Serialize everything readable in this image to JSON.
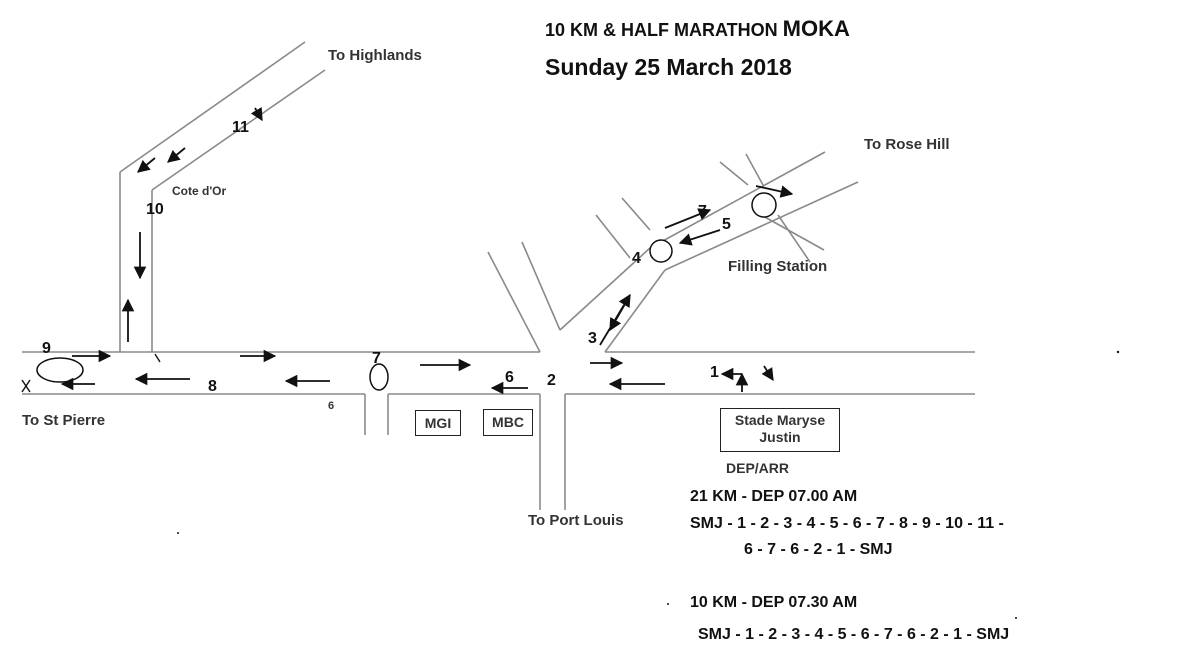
{
  "title": {
    "line1": "10 KM & HALF MARATHON",
    "line1_bold": "MOKA",
    "date": "Sunday 25 March 2018"
  },
  "places": {
    "highlands": "To Highlands",
    "rose_hill": "To Rose Hill",
    "cote_dor": "Cote d'Or",
    "filling_station": "Filling Station",
    "st_pierre": "To St Pierre",
    "port_louis": "To Port Louis"
  },
  "buildings": {
    "mgi": "MGI",
    "mbc": "MBC",
    "stade": "Stade Maryse Justin",
    "dep_arr": "DEP/ARR"
  },
  "checkpoints": {
    "p1": "1",
    "p2": "2",
    "p3": "3",
    "p4": "4",
    "p5": "5",
    "p6": "6",
    "p6b": "6",
    "p7": "7",
    "p7b": "7",
    "p8": "8",
    "p9": "9",
    "p10": "10",
    "p11": "11"
  },
  "routes": {
    "half_title": "21 KM - DEP 07.00 AM",
    "half_line1": "SMJ - 1 - 2 - 3 - 4 - 5 - 6 - 7 - 8 - 9 - 10 - 11 -",
    "half_line2": "6 - 7 - 6 - 2 - 1 - SMJ",
    "ten_title": "10 KM - DEP 07.30 AM",
    "ten_line1": "SMJ - 1 - 2 - 3 - 4 - 5 - 6 - 7 - 6 - 2 - 1 - SMJ"
  },
  "colors": {
    "road": "#8a8a8a",
    "arrow": "#111111",
    "text": "#111111"
  }
}
